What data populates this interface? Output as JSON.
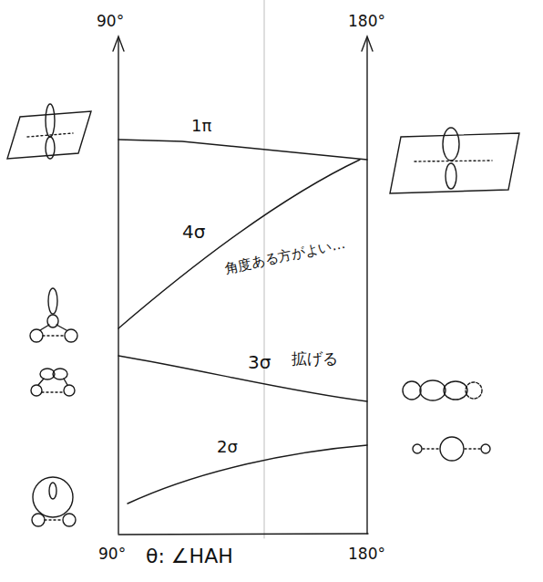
{
  "diagram": {
    "labels": [
      "90°",
      "180°",
      "1π",
      "4σ",
      "角度ある方がよい…",
      "3σ",
      "拡げる",
      "2σ",
      "90°",
      "θ: ∠HAH",
      "180°"
    ]
  }
}
